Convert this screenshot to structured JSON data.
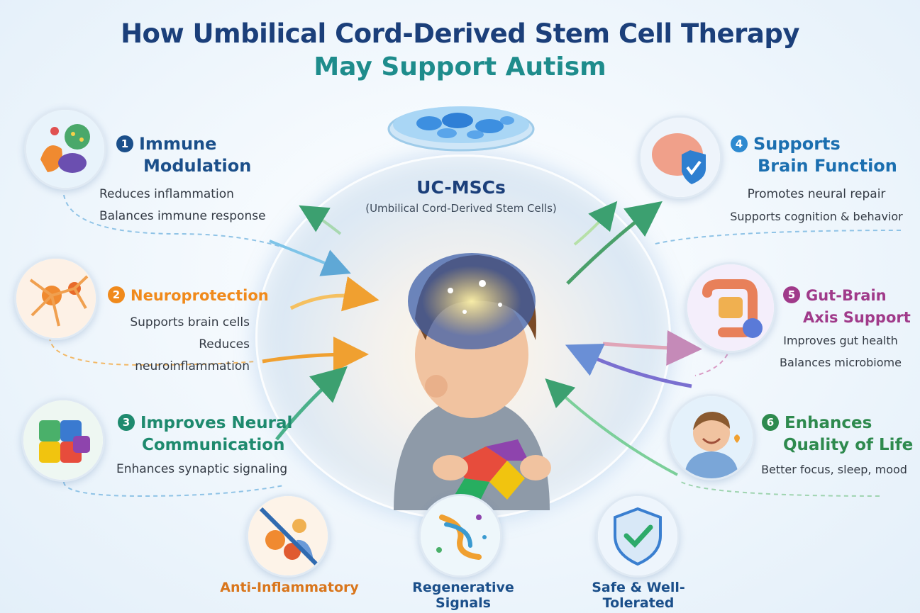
{
  "title": {
    "line1": "How Umbilical Cord-Derived Stem Cell Therapy",
    "line2": "May Support Autism"
  },
  "center": {
    "heading": "UC-MSCs",
    "subheading": "(Umbilical Cord-Derived Stem Cells)"
  },
  "benefits": [
    {
      "number": "1",
      "title_lines": [
        "Immune",
        "Modulation"
      ],
      "lines": [
        "Reduces inflammation",
        "Balances immune response"
      ],
      "color": "#1b4f8a",
      "icon": "immune-cells-icon"
    },
    {
      "number": "2",
      "title_lines": [
        "Neuroprotection"
      ],
      "lines": [
        "Supports brain cells",
        "Reduces neuroinflammation"
      ],
      "color": "#f08a1c",
      "icon": "neuron-icon"
    },
    {
      "number": "3",
      "title_lines": [
        "Improves Neural",
        "Communication"
      ],
      "lines": [
        "Enhances synaptic signaling"
      ],
      "color": "#1e8a6e",
      "icon": "puzzle-pieces-icon"
    },
    {
      "number": "4",
      "title_lines": [
        "Supports",
        "Brain Function"
      ],
      "lines": [
        "Promotes neural repair",
        "Supports cognition & behavior"
      ],
      "color": "#1b6fb0",
      "icon": "brain-shield-icon"
    },
    {
      "number": "5",
      "title_lines": [
        "Gut-Brain",
        "Axis Support"
      ],
      "lines": [
        "Improves gut health",
        "Balances microbiome"
      ],
      "color": "#a03a8a",
      "icon": "intestine-icon"
    },
    {
      "number": "6",
      "title_lines": [
        "Enhances",
        "Quality of Life"
      ],
      "lines": [
        "Better focus, sleep, mood"
      ],
      "color": "#2e8a4e",
      "icon": "happy-child-icon"
    }
  ],
  "bottom": [
    {
      "label": "Anti-Inflammatory",
      "color": "#d9761c",
      "icon": "anti-inflammatory-icon"
    },
    {
      "label": "Regenerative Signals",
      "color": "#1b4f8a",
      "icon": "dna-signals-icon"
    },
    {
      "label": "Safe & Well-Tolerated",
      "color": "#1b4f8a",
      "icon": "shield-check-icon"
    }
  ]
}
